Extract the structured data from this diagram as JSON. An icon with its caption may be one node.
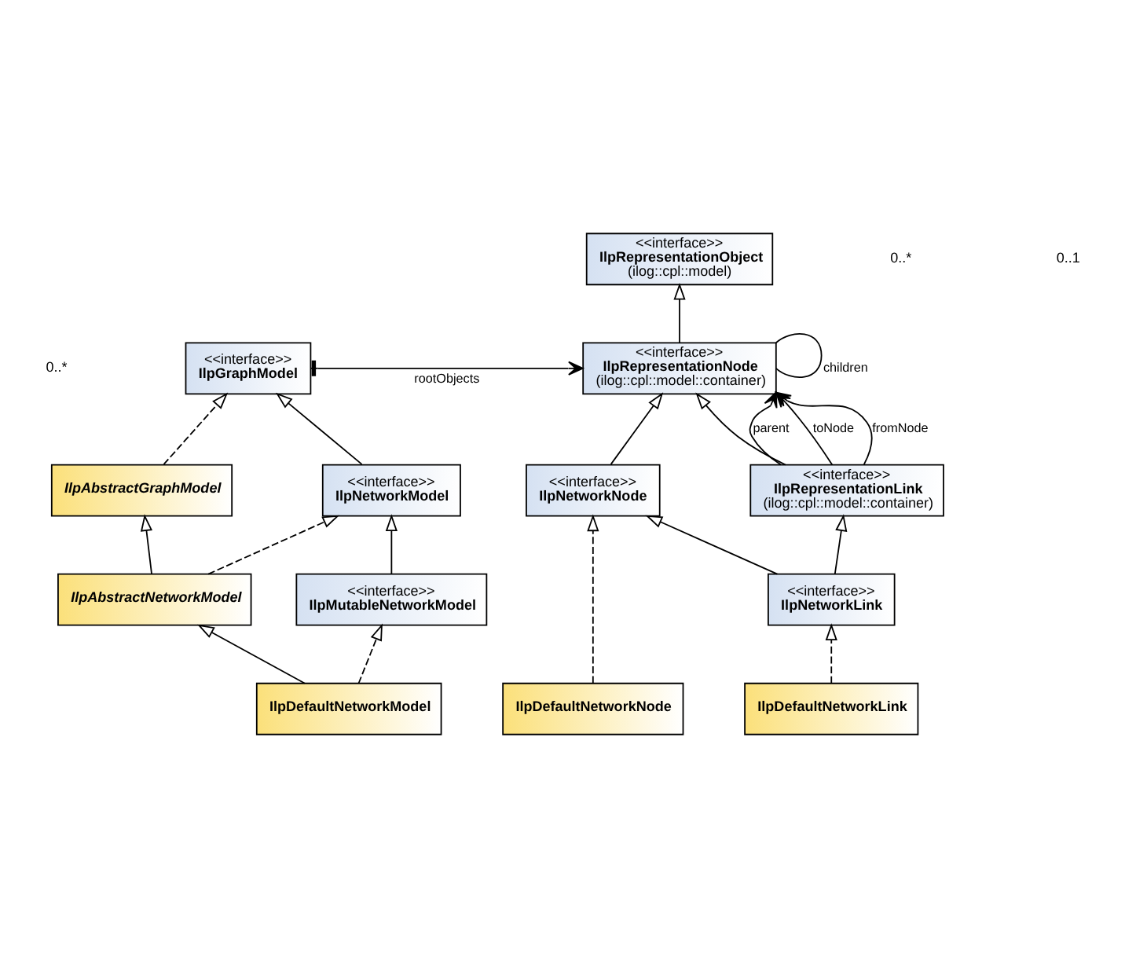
{
  "diagram": {
    "nodes": [
      {
        "text": [
          "<<interface>>",
          "IlpRepresentationObject",
          "(ilog::cpl::model)"
        ]
      },
      {
        "text": [
          "<<interface>>",
          "IlpGraphModel"
        ]
      },
      {
        "text": [
          "<<interface>>",
          "IlpRepresentationNode",
          "(ilog::cpl::model::container)"
        ]
      },
      {
        "text": [
          "IlpAbstractGraphModel"
        ]
      },
      {
        "text": [
          "<<interface>>",
          "IlpNetworkModel"
        ]
      },
      {
        "text": [
          "<<interface>>",
          "IlpNetworkNode"
        ]
      },
      {
        "text": [
          "<<interface>>",
          "IlpRepresentationLink",
          "(ilog::cpl::model::container)"
        ]
      },
      {
        "text": [
          "IlpAbstractNetworkModel"
        ]
      },
      {
        "text": [
          "<<interface>>",
          "IlpMutableNetworkModel"
        ]
      },
      {
        "text": [
          "<<interface>>",
          "IlpNetworkLink"
        ]
      },
      {
        "text": [
          "IlpDefaultNetworkModel"
        ]
      },
      {
        "text": [
          "IlpDefaultNetworkNode"
        ]
      },
      {
        "text": [
          "IlpDefaultNetworkLink"
        ]
      }
    ],
    "edges": [
      {
        "from": 2,
        "to": 0,
        "arrow": "to"
      },
      {
        "from": 2,
        "to": 2,
        "arrow": "none",
        "label": "children"
      },
      {
        "from": 1,
        "to": 2,
        "arrow": "to",
        "label": "rootObjects"
      },
      {
        "from": 6,
        "to": 2,
        "arrow": "to",
        "label": "parent"
      },
      {
        "from": 6,
        "to": 2,
        "arrow": "to",
        "label": "toNode"
      },
      {
        "from": 6,
        "to": 2,
        "arrow": "to",
        "label": "fromNode"
      },
      {
        "from": 3,
        "to": 1,
        "arrow": "to",
        "style": "dashed"
      },
      {
        "from": 4,
        "to": 1,
        "arrow": "to"
      },
      {
        "from": 5,
        "to": 2,
        "arrow": "to"
      },
      {
        "from": 6,
        "to": 2,
        "arrow": "to"
      },
      {
        "from": 7,
        "to": 3,
        "arrow": "to"
      },
      {
        "from": 7,
        "to": 4,
        "arrow": "to",
        "style": "dashed"
      },
      {
        "from": 8,
        "to": 4,
        "arrow": "to"
      },
      {
        "from": 9,
        "to": 5,
        "arrow": "to"
      },
      {
        "from": 9,
        "to": 6,
        "arrow": "to"
      },
      {
        "from": 10,
        "to": 7,
        "arrow": "to"
      },
      {
        "from": 10,
        "to": 8,
        "arrow": "to",
        "style": "dashed"
      },
      {
        "from": 11,
        "to": 5,
        "arrow": "to",
        "style": "dashed"
      },
      {
        "from": 12,
        "to": 9,
        "arrow": "to",
        "style": "dashed"
      }
    ],
    "labels": [
      "0..*",
      "0..1",
      "0..*"
    ]
  }
}
